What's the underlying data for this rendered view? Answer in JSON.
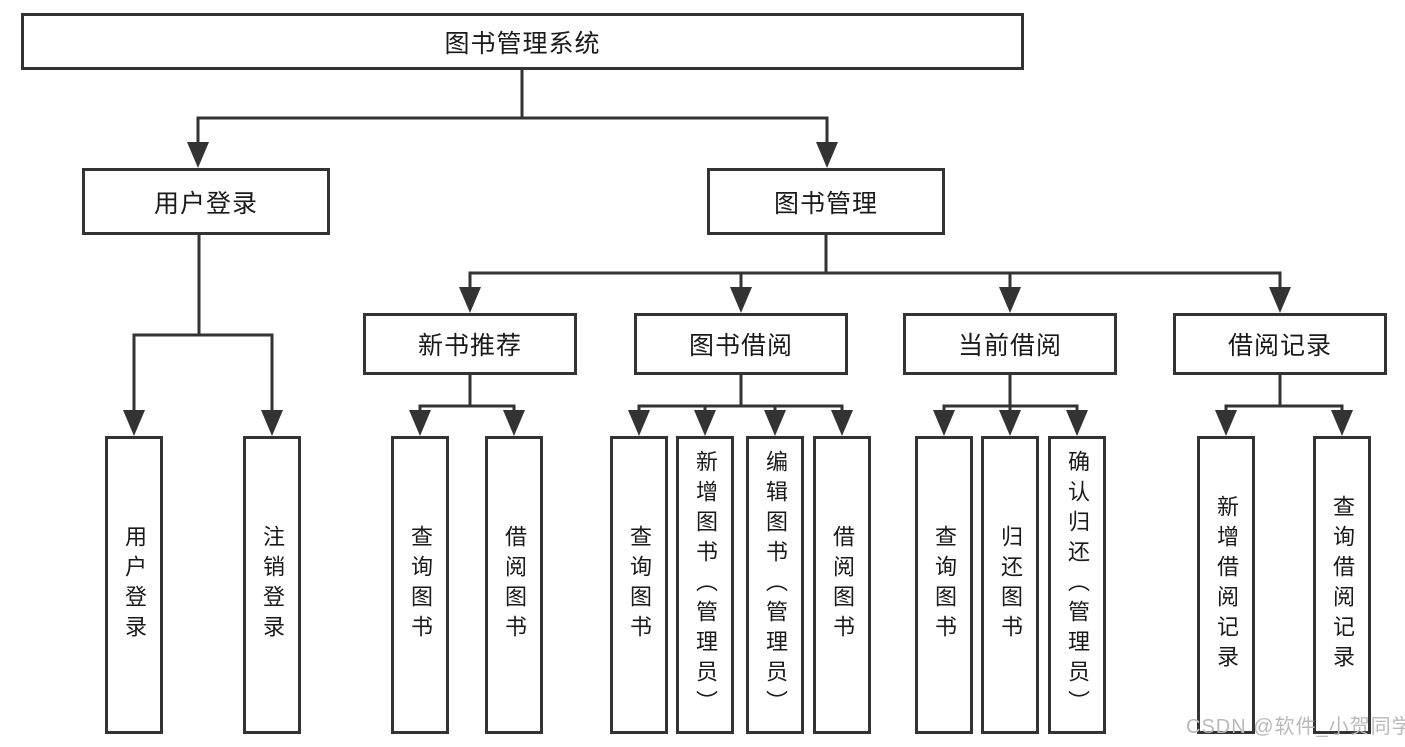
{
  "diagram": {
    "root": {
      "label": "图书管理系统"
    },
    "branches": {
      "user_login": {
        "label": "用户登录",
        "children": {
          "login": {
            "label": "用户登录"
          },
          "logout": {
            "label": "注销登录"
          }
        }
      },
      "book_mgmt": {
        "label": "图书管理",
        "children": {
          "new_book_rec": {
            "label": "新书推荐",
            "children": {
              "query_book": {
                "label": "查询图书"
              },
              "borrow_book": {
                "label": "借阅图书"
              }
            }
          },
          "book_borrow": {
            "label": "图书借阅",
            "children": {
              "query_book": {
                "label": "查询图书"
              },
              "add_book": {
                "label": "新增图书（管理员）"
              },
              "edit_book": {
                "label": "编辑图书（管理员）"
              },
              "borrow_book": {
                "label": "借阅图书"
              }
            }
          },
          "current_borrow": {
            "label": "当前借阅",
            "children": {
              "query_book": {
                "label": "查询图书"
              },
              "return_book": {
                "label": "归还图书"
              },
              "confirm_return": {
                "label": "确认归还（管理员）"
              }
            }
          },
          "borrow_record": {
            "label": "借阅记录",
            "children": {
              "add_record": {
                "label": "新增借阅记录"
              },
              "query_record": {
                "label": "查询借阅记录"
              }
            }
          }
        }
      }
    }
  },
  "watermark": "CSDN @软件_小贺同学",
  "colors": {
    "background": "#ffffff",
    "box_fill": "#ffffff",
    "line": "#333333",
    "text": "#1a1a1a",
    "watermark": "#b9b9b9"
  }
}
